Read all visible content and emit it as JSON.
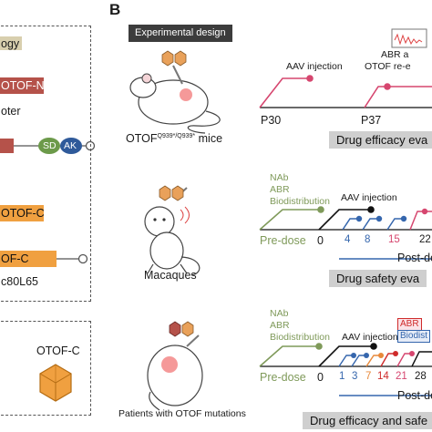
{
  "panel_b": {
    "letter": "B"
  },
  "left_panel": {
    "cut_texts": [
      "ogy",
      "OTOF-N",
      "oter",
      "OTOF-C",
      "OF-C",
      "c80L65"
    ],
    "sd_label": "SD",
    "ak_label": "AK",
    "capsid_label": "OTOF-C"
  },
  "design": {
    "header": "Experimental design",
    "mice": {
      "label_main": "OTOF",
      "label_sup": "Q939*/Q939*",
      "label_suffix": " mice",
      "aav_label": "AAV injection",
      "abr_label": "ABR a",
      "otof_label": "OTOF re-e",
      "p30": "P30",
      "p37": "P37",
      "result": "Drug efficacy eva"
    },
    "macaques": {
      "label": "Macaques",
      "measures": [
        "NAb",
        "ABR",
        "Biodistribution"
      ],
      "aav_label": "AAV injection",
      "predose": "Pre-dose",
      "zero": "0",
      "days": [
        "4",
        "8",
        "15",
        "22"
      ],
      "postdo": "Post-do",
      "result": "Drug safety eva"
    },
    "patients": {
      "label": "Patients with OTOF mutations",
      "measures": [
        "NAb",
        "ABR",
        "Biodistribution"
      ],
      "aav_label": "AAV injection",
      "predose": "Pre-dose",
      "zero": "0",
      "days": [
        "1",
        "3",
        "7",
        "14",
        "21",
        "28"
      ],
      "postdo": "Post-do",
      "abr_tag": "ABR",
      "biodist_tag": "Biodist",
      "result": "Drug efficacy and safe"
    }
  },
  "colors": {
    "pink": "#d6466f",
    "black": "#111111",
    "blue": "#3566ad",
    "orange": "#e8893a",
    "red": "#cf2b2b",
    "green": "#7f9a5a",
    "greybox": "#cfcfcf",
    "otofn": "#b5524a",
    "otofc": "#f0a040"
  }
}
